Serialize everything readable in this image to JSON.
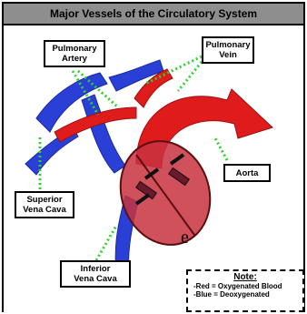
{
  "title": "Major Vessels of the Circulatory System",
  "labels": {
    "pulmonary_artery": "Pulmonary\nArtery",
    "pulmonary_vein": "Pulmonary\nVein",
    "superior_vena_cava": "Superior\nVena Cava",
    "aorta": "Aorta",
    "inferior_vena_cava": "Inferior\nVena Cava"
  },
  "note": {
    "title": "Note:",
    "line1": "-Red = Oxygenated Blood",
    "line2": "-Blue = Deoxygenated"
  },
  "stray_text": "e",
  "colors": {
    "oxygenated": "#e01b1b",
    "deoxygenated": "#2a3fd6",
    "heart": "#c8333f",
    "pointer": "#2fd12f"
  }
}
